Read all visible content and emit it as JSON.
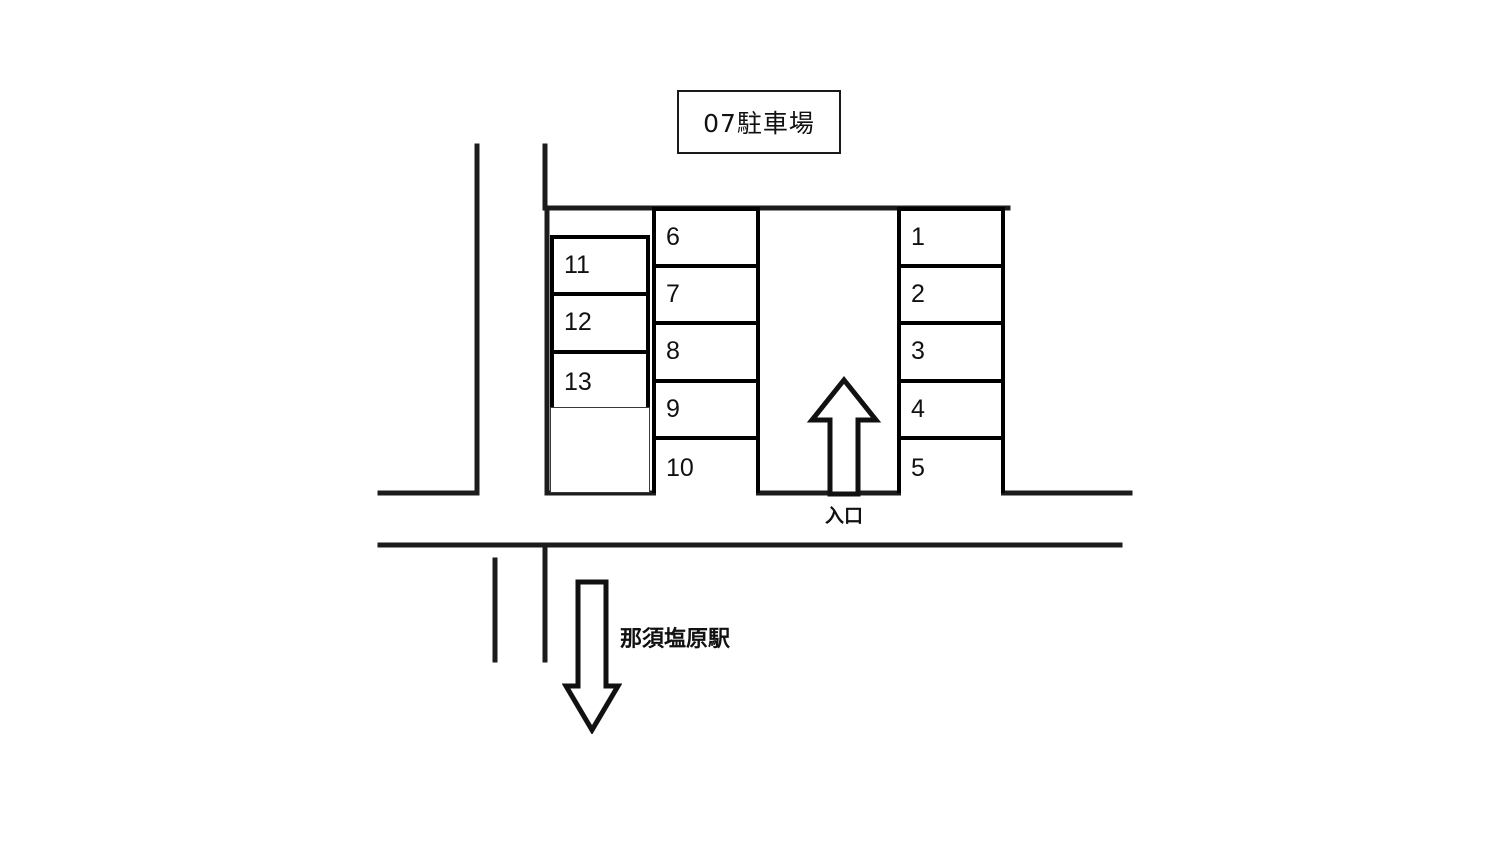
{
  "title": {
    "plate_label": "07駐車場"
  },
  "colors": {
    "stroke": "#000000",
    "road_stroke": "#222222",
    "background": "#ffffff"
  },
  "parking": {
    "blocks": [
      {
        "id": "left",
        "stalls": [
          {
            "number": "11"
          },
          {
            "number": "12"
          },
          {
            "number": "13"
          }
        ]
      },
      {
        "id": "middle",
        "stalls": [
          {
            "number": "6"
          },
          {
            "number": "7"
          },
          {
            "number": "8"
          },
          {
            "number": "9"
          },
          {
            "number": "10"
          }
        ]
      },
      {
        "id": "right",
        "stalls": [
          {
            "number": "1"
          },
          {
            "number": "2"
          },
          {
            "number": "3"
          },
          {
            "number": "4"
          },
          {
            "number": "5"
          }
        ]
      }
    ],
    "unlabeled_plot": {
      "number": ""
    }
  },
  "annotations": {
    "entrance": {
      "label": "入口",
      "direction": "up"
    },
    "station": {
      "label": "那須塩原駅",
      "direction": "down"
    }
  }
}
